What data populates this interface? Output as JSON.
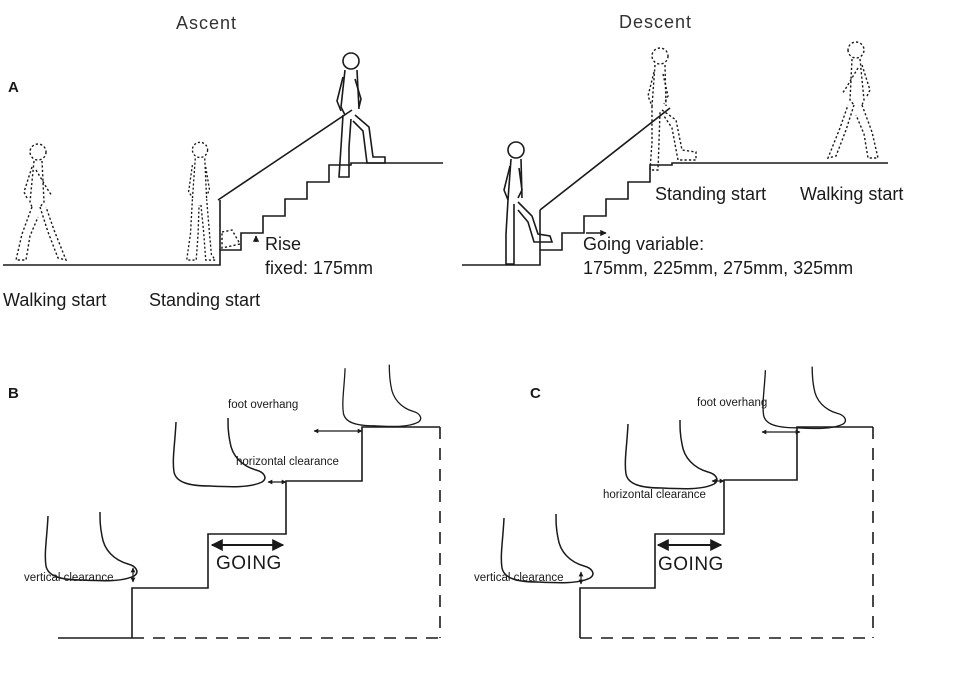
{
  "panels": {
    "a": "A",
    "b": "B",
    "c": "C"
  },
  "ascent": {
    "heading": "Ascent",
    "walking_start": "Walking start",
    "standing_start": "Standing start",
    "rise_label": "Rise",
    "rise_value": "fixed: 175mm"
  },
  "descent": {
    "heading": "Descent",
    "standing_start": "Standing start",
    "walking_start": "Walking start",
    "going_label": "Going variable:",
    "going_values": "175mm, 225mm, 275mm, 325mm"
  },
  "panel_b": {
    "foot_overhang": "foot overhang",
    "horizontal_clearance": "horizontal clearance",
    "vertical_clearance": "vertical clearance",
    "going": "GOING"
  },
  "panel_c": {
    "foot_overhang": "foot overhang",
    "horizontal_clearance": "horizontal clearance",
    "vertical_clearance": "vertical clearance",
    "going": "GOING"
  },
  "colors": {
    "ink": "#1a1a1a",
    "background": "#ffffff"
  },
  "icons": [
    "walking-figure-icon",
    "standing-figure-icon",
    "foot-icon",
    "double-arrow-icon"
  ]
}
